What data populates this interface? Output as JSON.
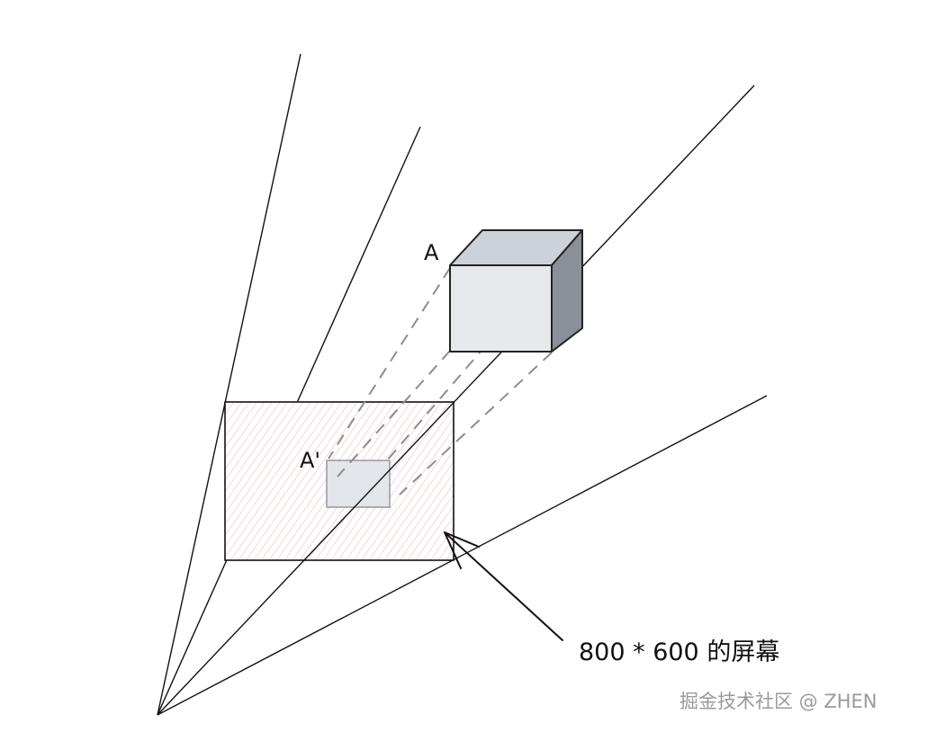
{
  "labels": {
    "point_a": "A",
    "point_a_prime": "A'",
    "screen_caption": "800 * 600 的屏幕"
  },
  "watermark": "掘金技术社区 @ ZHEN",
  "colors": {
    "line": "#111111",
    "screen_hatch": "#f2b8c0",
    "cube_front": "#e6e8ec",
    "cube_top": "#cdd1d8",
    "cube_side": "#8a8f98",
    "projection": "#e2e5ea",
    "dashed": "#8c8c8c"
  }
}
